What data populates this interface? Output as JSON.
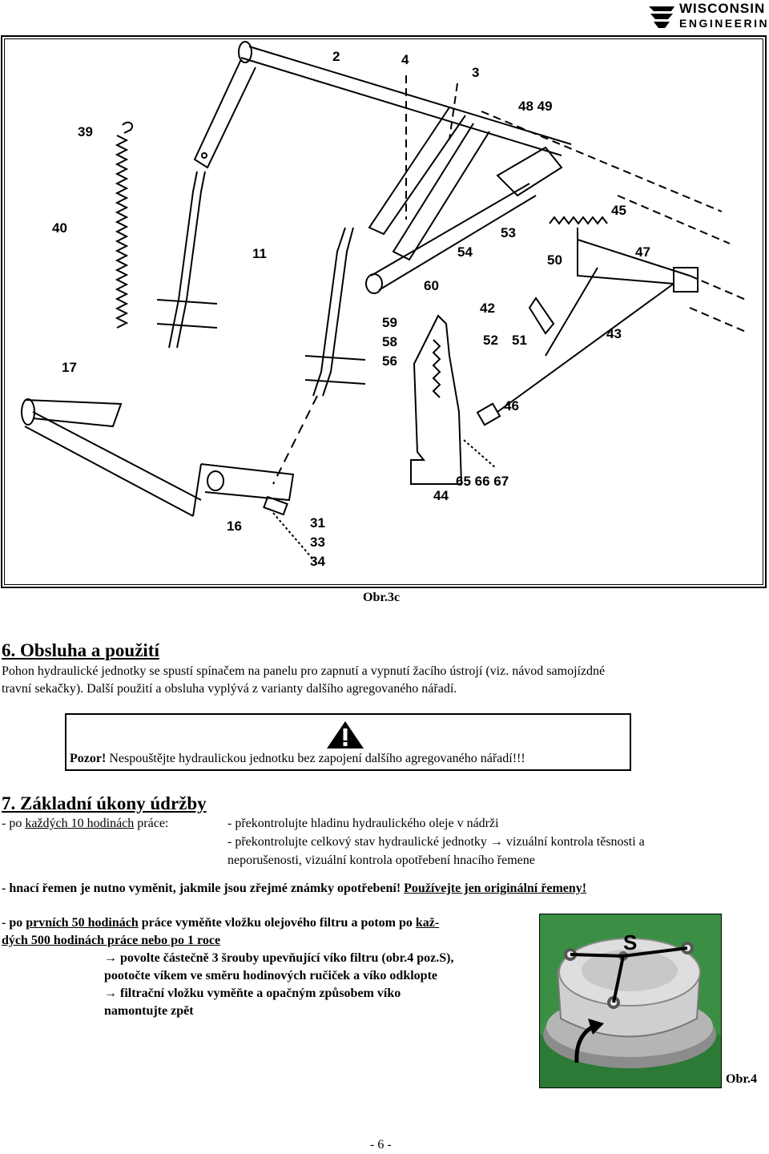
{
  "header": {
    "logo_line1": "WISCONSIN",
    "logo_line2": "ENGINEERING"
  },
  "figure": {
    "caption": "Obr.3c",
    "labels": {
      "l2": "2",
      "l4": "4",
      "l3": "3",
      "l48": "48 49",
      "l39": "39",
      "l40": "40",
      "l45": "45",
      "l11": "11",
      "l53": "53",
      "l54": "54",
      "l47": "47",
      "l50": "50",
      "l60": "60",
      "l42": "42",
      "l59": "59",
      "l58": "58",
      "l56": "56",
      "l52": "52",
      "l51": "51",
      "l43": "43",
      "l17": "17",
      "l46": "46",
      "l65": "65 66 67",
      "l44": "44",
      "l16": "16",
      "l31": "31",
      "l33": "33",
      "l34": "34"
    }
  },
  "section6": {
    "title": "6. Obsluha a použití",
    "line1": "Pohon hydraulické jednotky se spustí spínačem na panelu pro zapnutí a vypnutí žacího ústrojí (viz. návod samojízdné",
    "line2": "travní sekačky). Další použití a obsluha vyplývá z varianty dalšího agregovaného nářadí."
  },
  "warning": {
    "pozor": "Pozor!",
    "text": " Nespouštějte hydraulickou jednotku bez zapojení dalšího agregovaného nářadí!!!"
  },
  "section7": {
    "title": "7. Základní úkony údržby",
    "interval_prefix": "- po ",
    "interval_underlined": "každých 10 hodinách",
    "interval_suffix": " práce:",
    "task1": "- překontrolujte hladinu hydraulického oleje v nádrži",
    "task2a": "- překontrolujte celkový stav hydraulické jednotky",
    "arrow": "→",
    "task2b": " vizuální kontrola těsnosti a",
    "task2c": "neporušenosti, vizuální kontrola opotřebení hnacího řemene",
    "belt_text": "- hnací řemen je nutno vyměnit, jakmile jsou zřejmé známky opotřebení! ",
    "belt_underlined": "Používejte jen originální řemeny!",
    "filter_l1_a": "- po ",
    "filter_l1_u": "prvních 50 hodinách",
    "filter_l1_b": " práce vyměňte vložku olejového filtru a potom po ",
    "filter_l1_u2": "kaž-",
    "filter_l2_u": "dých 500 hodinách práce nebo po 1 roce",
    "step1": " povolte částečně 3 šrouby upevňující víko filtru (obr.4 poz.S),",
    "step2": "pootočte víkem ve směru hodinových ručiček a víko odklopte",
    "step3": " filtrační vložku vyměňte a opačným způsobem víko",
    "step4": "namontujte zpět"
  },
  "photo": {
    "label_s": "S",
    "caption": "Obr.4"
  },
  "footer": {
    "page": "- 6 -"
  }
}
